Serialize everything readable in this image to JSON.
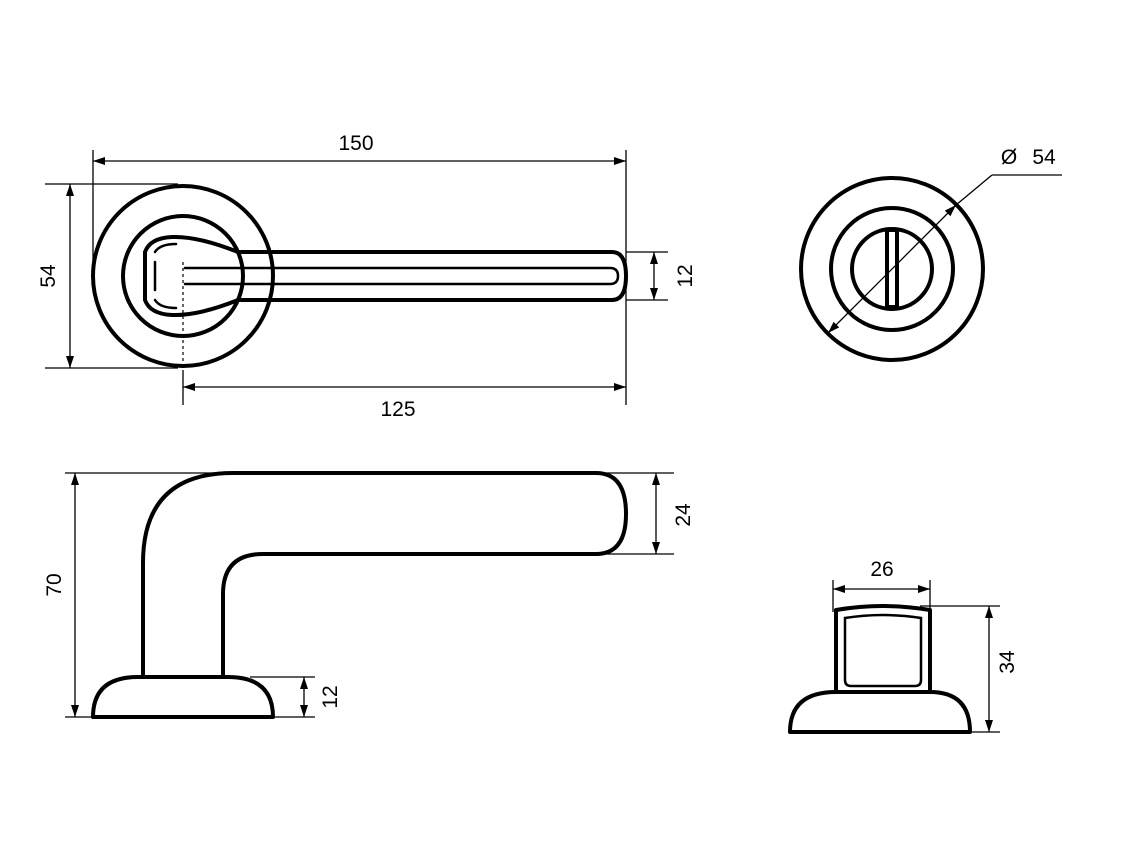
{
  "dimensions": {
    "top_view": {
      "overall_length": "150",
      "rose_height": "54",
      "lever_width": "12",
      "lever_reach": "125"
    },
    "side_view": {
      "total_height": "70",
      "lever_thickness": "24",
      "rose_thickness": "12"
    },
    "turn_front": {
      "diameter_symbol": "Ø",
      "diameter": "54"
    },
    "turn_side": {
      "width": "26",
      "height": "34"
    }
  },
  "colors": {
    "line": "#000000",
    "background": "#ffffff"
  }
}
